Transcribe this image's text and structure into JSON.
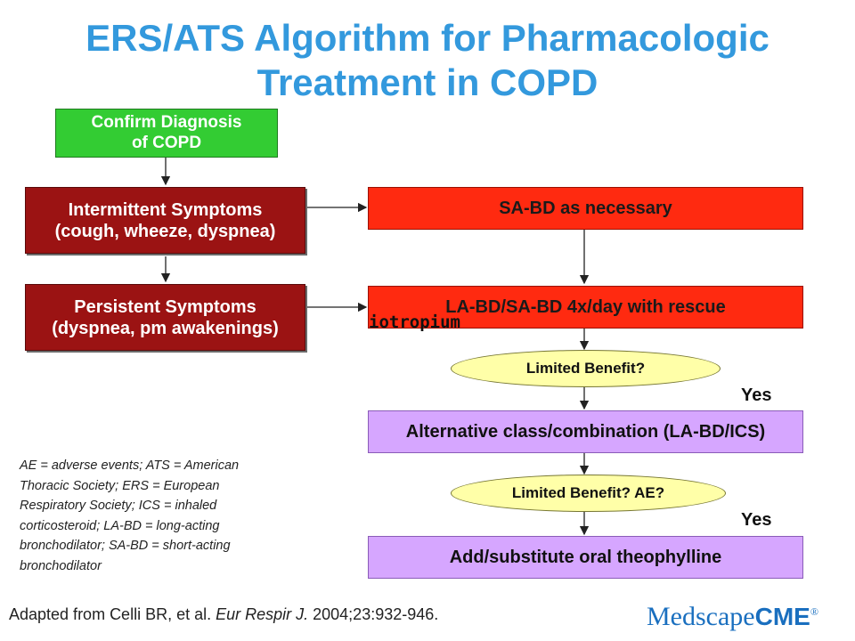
{
  "title": {
    "line1": "ERS/ATS Algorithm for Pharmacologic",
    "line2": "Treatment in COPD"
  },
  "colors": {
    "title": "#3399dd",
    "confirm_box": "#33cc33",
    "symptom_box": "#9b1313",
    "treatment_box": "#ff2a10",
    "alternative_box": "#d6a6ff",
    "decision_oval": "#ffffa8",
    "logo": "#1a6fbf"
  },
  "boxes": {
    "confirm": {
      "line1": "Confirm Diagnosis",
      "line2": "of COPD"
    },
    "intermittent": {
      "line1": "Intermittent Symptoms",
      "line2": "(cough, wheeze, dyspnea)"
    },
    "persistent": {
      "line1": "Persistent Symptoms",
      "line2": "(dyspnea, pm awakenings)"
    },
    "sabd": "SA-BD as necessary",
    "labd": "LA-BD/SA-BD 4x/day with rescue",
    "alternative": "Alternative class/combination (LA-BD/ICS)",
    "theophylline": "Add/substitute oral theophylline"
  },
  "overlay_text": "iotropium",
  "decisions": {
    "first": "Limited Benefit?",
    "second": "Limited Benefit? AE?"
  },
  "yes_labels": {
    "first": "Yes",
    "second": "Yes"
  },
  "footnote": [
    "AE = adverse events; ATS = American",
    "Thoracic Society; ERS = European",
    "Respiratory Society; ICS = inhaled",
    "corticosteroid; LA-BD = long-acting",
    "bronchodilator; SA-BD = short-acting",
    "bronchodilator"
  ],
  "citation": {
    "prefix": "Adapted from Celli BR, et al. ",
    "journal": "Eur Respir J.",
    "suffix": " 2004;23:932-946."
  },
  "logo": {
    "main": "Medscape",
    "suffix": "CME",
    "trademark": "®"
  }
}
